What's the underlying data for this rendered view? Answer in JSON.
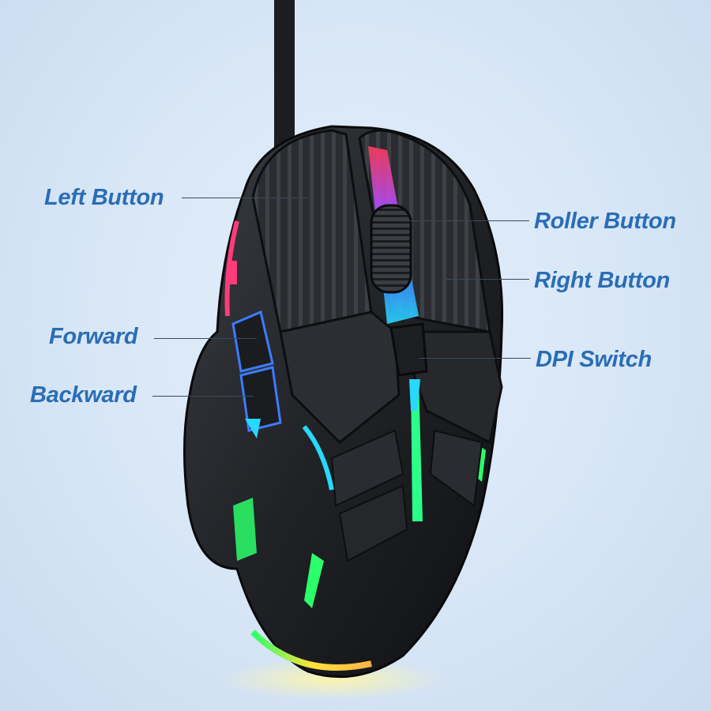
{
  "theme": {
    "label_color": "#2a6db4",
    "background": "#d9e7f7",
    "mouse_body": "#222427",
    "rgb_colors": [
      "#ff3b5c",
      "#b04dff",
      "#3d7bff",
      "#27d8ff",
      "#2bff6a",
      "#ffe23a"
    ]
  },
  "labels": {
    "left_button": "Left Button",
    "roller_button": "Roller Button",
    "right_button": "Right Button",
    "forward": "Forward",
    "dpi_switch": "DPI Switch",
    "backward": "Backward"
  }
}
